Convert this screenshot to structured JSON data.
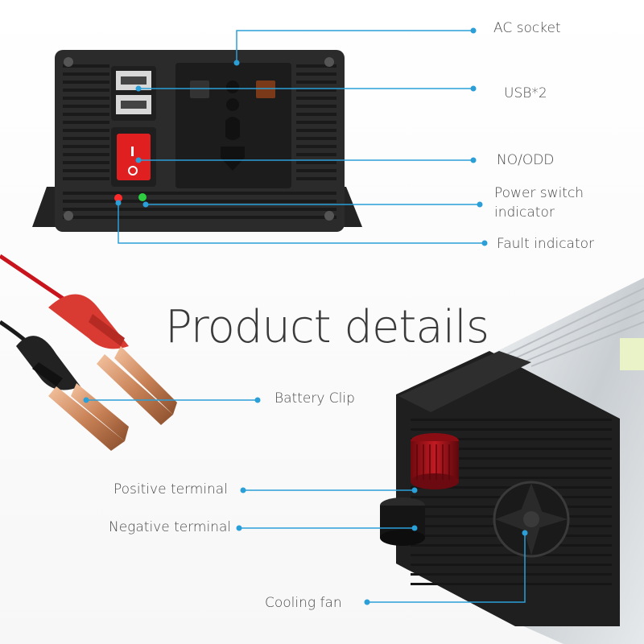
{
  "headline": "Product details",
  "callouts": {
    "ac_socket": "AC socket",
    "usb": "USB*2",
    "switch": "NO/ODD",
    "power_indicator_line1": "Power switch",
    "power_indicator_line2": "indicator",
    "fault_indicator": "Fault indicator",
    "battery_clip": "Battery Clip",
    "positive_terminal": "Positive terminal",
    "negative_terminal": "Negative terminal",
    "cooling_fan": "Cooling fan"
  },
  "colors": {
    "accent_line": "#2a9fd8",
    "device_body": "#2b2b2b",
    "rocker_switch": "#e02020",
    "indicator_red": "#ff2a2a",
    "indicator_green": "#2ecc40",
    "clip_red": "#d93a32",
    "clip_black": "#222222",
    "terminal_red": "#b3121a",
    "aluminum": "#d9dde0"
  }
}
